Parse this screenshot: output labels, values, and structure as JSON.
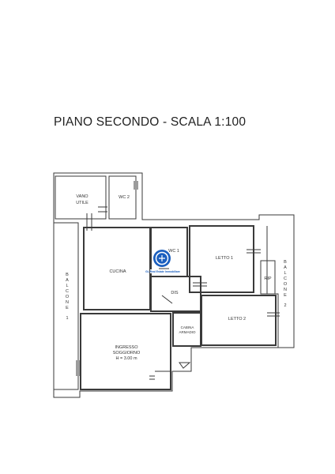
{
  "title": "PIANO SECONDO - SCALA 1:100",
  "rooms": {
    "vano_utile": [
      "VANO",
      "UTILE"
    ],
    "wc2": "WC 2",
    "wc1": "WC 1",
    "cucina": "CUCINA",
    "letto1": "LETTO 1",
    "rip": "RIP",
    "dis": "DIS",
    "letto2": "LETTO 2",
    "cabina_armadio": [
      "CABINA",
      "ARMADIO"
    ],
    "ingresso_soggiorno": [
      "INGRESSO",
      "SOGGIORNO",
      "H = 3.00 m"
    ]
  },
  "balconies": {
    "balcone1": [
      "B",
      "A",
      "L",
      "C",
      "O",
      "N",
      "E",
      "1"
    ],
    "balcone2": [
      "B",
      "A",
      "L",
      "C",
      "O",
      "N",
      "E",
      "2"
    ]
  },
  "logo_text": "GL Real Estate Immobiliare",
  "colors": {
    "wall": "#3a3a3a",
    "logo": "#1b5fbf"
  }
}
